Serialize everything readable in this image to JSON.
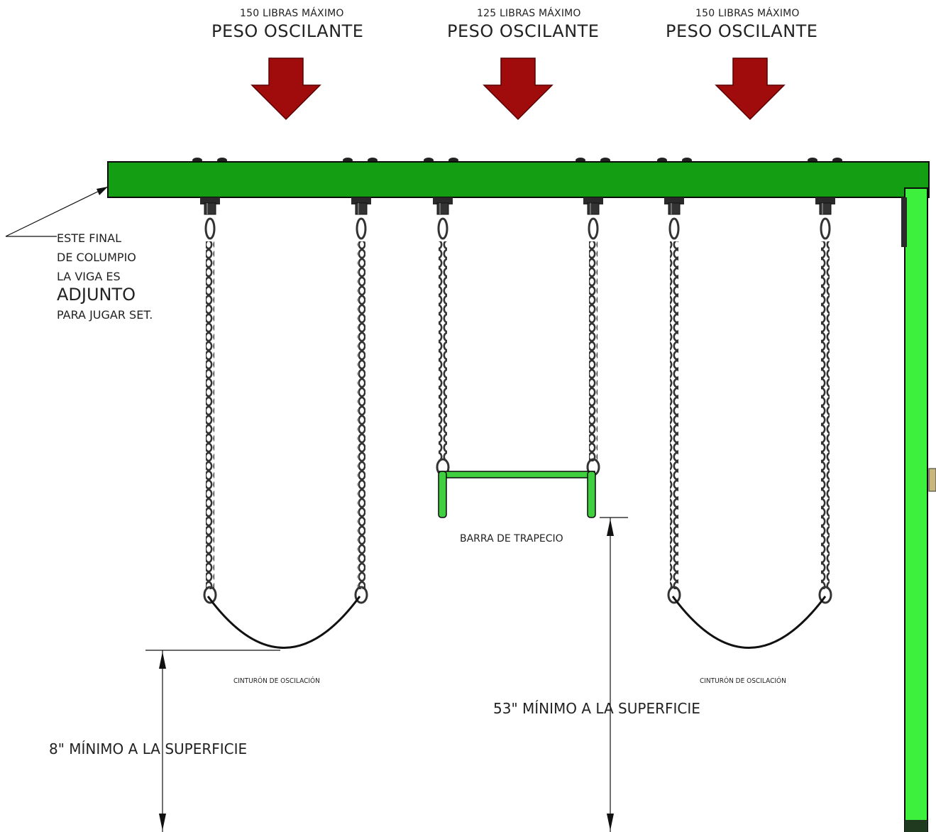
{
  "colors": {
    "arrow": "#a00c0c",
    "beam": "#149e14",
    "post": "#3ef03e",
    "trapeze": "#3fcf3f",
    "chain": "#333333",
    "accessory_tab": "#c8b77c"
  },
  "load_positions": [
    {
      "max_weight": "150 LIBRAS MÁXIMO",
      "label": "PESO OSCILANTE",
      "icon": "down-arrow-icon"
    },
    {
      "max_weight": "125 LIBRAS MÁXIMO",
      "label": "PESO OSCILANTE",
      "icon": "down-arrow-icon"
    },
    {
      "max_weight": "150 LIBRAS MÁXIMO",
      "label": "PESO OSCILANTE",
      "icon": "down-arrow-icon"
    }
  ],
  "beam_note": {
    "line1": "ESTE FINAL",
    "line2": "DE COLUMPIO",
    "line3": "LA VIGA ES",
    "line4": "ADJUNTO",
    "line5": "PARA JUGAR SET."
  },
  "trapeze_label": "BARRA DE TRAPECIO",
  "belt_label_left": "CINTURÓN DE OSCILACIÓN",
  "belt_label_right": "CINTURÓN DE OSCILACIÓN",
  "dim_swing": "8\" MÍNIMO A LA SUPERFICIE",
  "dim_trapeze": "53\" MÍNIMO A LA SUPERFICIE"
}
